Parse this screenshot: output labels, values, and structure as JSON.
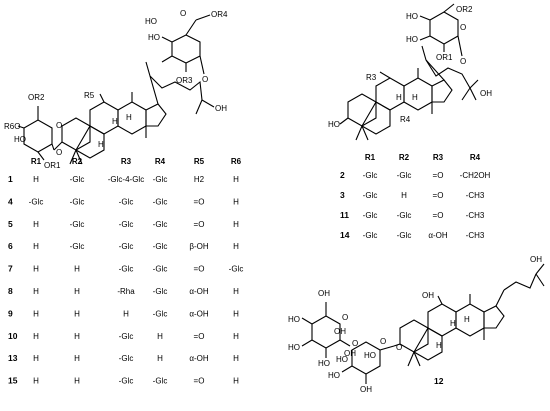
{
  "table1": {
    "headers": [
      "R1",
      "R2",
      "R3",
      "R4",
      "R5",
      "R6"
    ],
    "rows": [
      {
        "num": "1",
        "cells": [
          "H",
          "-Glc",
          "-Glc-4-Glc",
          "-Glc",
          "H2",
          "H"
        ]
      },
      {
        "num": "4",
        "cells": [
          "-Glc",
          "-Glc",
          "-Glc",
          "-Glc",
          "=O",
          "H"
        ]
      },
      {
        "num": "5",
        "cells": [
          "H",
          "-Glc",
          "-Glc",
          "-Glc",
          "=O",
          "H"
        ]
      },
      {
        "num": "6",
        "cells": [
          "H",
          "-Glc",
          "-Glc",
          "-Glc",
          "β-OH",
          "H"
        ]
      },
      {
        "num": "7",
        "cells": [
          "H",
          "H",
          "-Glc",
          "-Glc",
          "=O",
          "-Glc"
        ]
      },
      {
        "num": "8",
        "cells": [
          "H",
          "H",
          "-Rha",
          "-Glc",
          "α-OH",
          "H"
        ]
      },
      {
        "num": "9",
        "cells": [
          "H",
          "H",
          "H",
          "-Glc",
          "α-OH",
          "H"
        ]
      },
      {
        "num": "10",
        "cells": [
          "H",
          "H",
          "-Glc",
          "H",
          "=O",
          "H"
        ]
      },
      {
        "num": "13",
        "cells": [
          "H",
          "H",
          "-Glc",
          "H",
          "α-OH",
          "H"
        ]
      },
      {
        "num": "15",
        "cells": [
          "H",
          "H",
          "-Glc",
          "-Glc",
          "=O",
          "H"
        ]
      }
    ]
  },
  "table2": {
    "headers": [
      "R1",
      "R2",
      "R3",
      "R4"
    ],
    "rows": [
      {
        "num": "2",
        "cells": [
          "-Glc",
          "-Glc",
          "=O",
          "-CH2OH"
        ]
      },
      {
        "num": "3",
        "cells": [
          "-Glc",
          "H",
          "=O",
          "-CH3"
        ]
      },
      {
        "num": "11",
        "cells": [
          "-Glc",
          "-Glc",
          "=O",
          "-CH3"
        ]
      },
      {
        "num": "14",
        "cells": [
          "-Glc",
          "-Glc",
          "α-OH",
          "-CH3"
        ]
      }
    ]
  },
  "structure_left": {
    "labels": [
      "HO",
      "O",
      "OR4",
      "HO",
      "OR3",
      "O",
      "R5",
      "OH",
      "OR2",
      "R6O",
      "HO",
      "O",
      "OR1",
      "O",
      "H",
      "H",
      "H"
    ]
  },
  "structure_right": {
    "labels": [
      "OR2",
      "HO",
      "HO",
      "OR1",
      "O",
      "O",
      "R3",
      "OH",
      "HO",
      "R4",
      "H",
      "H"
    ]
  },
  "structure_12": {
    "labels": [
      "OH",
      "HO",
      "HO",
      "O",
      "HO",
      "HO",
      "OH",
      "O",
      "O",
      "HO",
      "OH",
      "OH",
      "HO",
      "O",
      "H",
      "H",
      "H",
      "OH",
      "OH"
    ],
    "compound": "12"
  }
}
